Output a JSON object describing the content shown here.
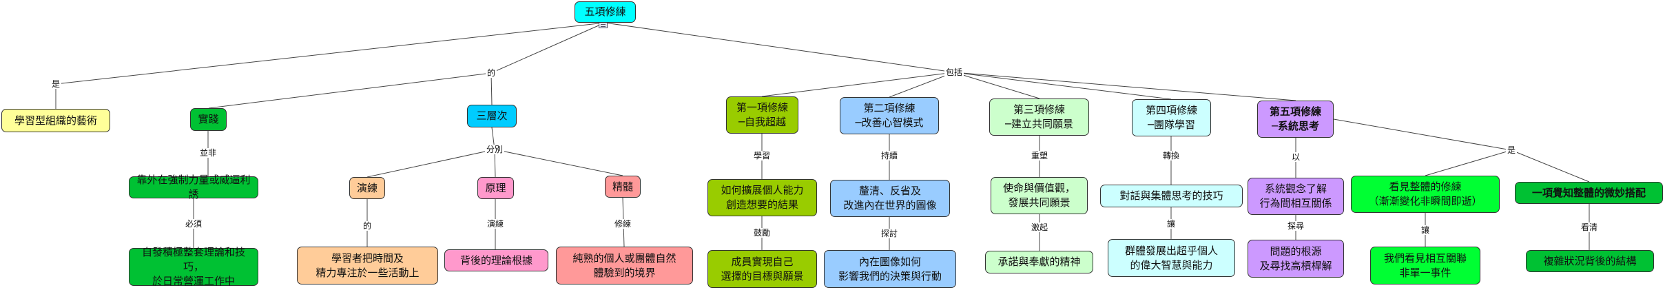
{
  "nodes": {
    "root": {
      "text": "五項修練",
      "color": "#00ffff"
    },
    "learning_org": {
      "text": "學習型組織的藝術",
      "color": "#ffff99"
    },
    "practice": {
      "text": "實踐",
      "color": "#00c133"
    },
    "three_levels": {
      "text": "三層次",
      "color": "#00ccff"
    },
    "d1": {
      "text": "第一項修練\n─自我超越",
      "color": "#99cc00"
    },
    "d2": {
      "text": "第二項修練\n─改善心智模式",
      "color": "#99ccff"
    },
    "d3": {
      "text": "第三項修練\n─建立共同願景",
      "color": "#ccffcc"
    },
    "d4": {
      "text": "第四項修練\n─團隊學習",
      "color": "#ccffff"
    },
    "d5": {
      "text": "第五項修練\n─系統思考",
      "color": "#cc99ff"
    },
    "not_force": {
      "text": "靠外在強制力量或威逼利誘",
      "color": "#00c133"
    },
    "self_driven": {
      "text": "自發積極整套理論和技巧，\n於日常營運工作中",
      "color": "#00c133"
    },
    "drill": {
      "text": "演練",
      "color": "#ffcc99"
    },
    "principle": {
      "text": "原理",
      "color": "#ff99cc"
    },
    "essence": {
      "text": "精髓",
      "color": "#ff9999"
    },
    "learner_focus": {
      "text": "學習者把時間及\n精力專注於一些活動上",
      "color": "#ffcc99"
    },
    "theory_basis": {
      "text": "背後的理論根據",
      "color": "#ff99cc"
    },
    "pure_state": {
      "text": "純熟的個人或團體自然\n體驗到的境界",
      "color": "#ff9999"
    },
    "expand_ability": {
      "text": "如何擴展個人能力\n創造想要的結果",
      "color": "#99cc00"
    },
    "members_realize": {
      "text": "成員實現自己\n選擇的目標與願景",
      "color": "#99cc00"
    },
    "clarify": {
      "text": "釐清、反省及\n改進內在世界的圖像",
      "color": "#99ccff"
    },
    "inner_image": {
      "text": "內在圖像如何\n影響我們的決策與行動",
      "color": "#99ccff"
    },
    "mission_values": {
      "text": "使命與價值觀，\n發展共同願景",
      "color": "#ccffcc"
    },
    "commitment": {
      "text": "承諾與奉獻的精神",
      "color": "#ccffcc"
    },
    "dialogue": {
      "text": "對話與集體思考的技巧",
      "color": "#ccffff"
    },
    "group_wisdom": {
      "text": "群體發展出超乎個人\n的偉大智慧與能力",
      "color": "#ccffff"
    },
    "system_view": {
      "text": "系統觀念了解\n行為間相互關係",
      "color": "#cc99ff"
    },
    "root_cause": {
      "text": "問題的根源\n及尋找高槓桿解",
      "color": "#cc99ff"
    },
    "see_whole": {
      "text": "看見整體的修練\n（漸漸變化非瞬間即逝）",
      "color": "#00ff33"
    },
    "see_interlinked": {
      "text": "我們看見相互關聯\n非單一事件",
      "color": "#00ff33"
    },
    "subtle_whole": {
      "text": "一項覺知整體的微妙搭配",
      "color": "#00c133"
    },
    "complex_structure": {
      "text": "複雜狀況背後的結構",
      "color": "#00c133"
    }
  },
  "labels": {
    "is_left": "是",
    "of": "的",
    "includes": "包括",
    "not_is": "並非",
    "must": "必須",
    "divide": "分別",
    "of2": "的",
    "practice_lbl": "演練",
    "cultivate": "修練",
    "learn": "學習",
    "encourage": "鼓勵",
    "persist": "持續",
    "explore": "探討",
    "shape": "重塑",
    "inspire": "激起",
    "transform": "轉換",
    "let1": "讓",
    "by": "以",
    "seek": "探尋",
    "is_right": "是",
    "let2": "讓",
    "see_clearly": "看清"
  }
}
